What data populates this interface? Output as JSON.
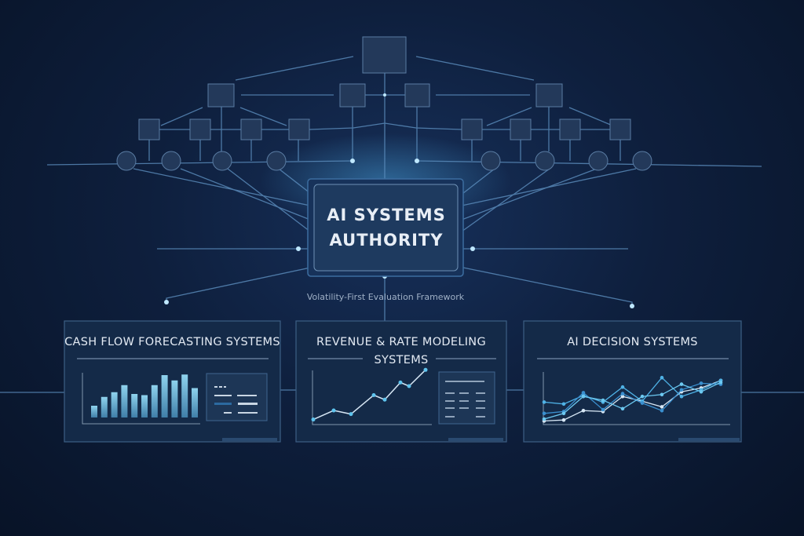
{
  "center": {
    "title_line1": "AI SYSTEMS",
    "title_line2": "AUTHORITY",
    "subtitle": "Volatility-First Evaluation Framework"
  },
  "panels": [
    {
      "title": "CASH FLOW FORECASTING SYSTEMS",
      "chart": "bar",
      "values": [
        2,
        3.5,
        4.3,
        5.5,
        4,
        3.8,
        5.5,
        7.2,
        6.3,
        7.3,
        5
      ]
    },
    {
      "title_line1": "REVENUE & RATE MODELING",
      "title_line2": "SYSTEMS",
      "chart": "line",
      "values": [
        0.3,
        1.3,
        0.9,
        3,
        2.5,
        4.4,
        4,
        5.8
      ]
    },
    {
      "title": "AI DECISION SYSTEMS",
      "chart": "multi-line",
      "series": [
        [
          0.3,
          0.4,
          1.4,
          1.3,
          2.9,
          2.4,
          1.8,
          3.4,
          3.8,
          4.6
        ],
        [
          2.3,
          2.1,
          3,
          2.3,
          3.9,
          2.4,
          4.9,
          2.9,
          3.6,
          4.6
        ],
        [
          1.1,
          1.3,
          3.3,
          1.5,
          3.2,
          2.2,
          1.4,
          3.6,
          4.3,
          4.2
        ],
        [
          0.5,
          1.1,
          2.9,
          2.5,
          1.6,
          2.9,
          3.1,
          4.2,
          3.4,
          4.4
        ]
      ]
    }
  ],
  "colors": {
    "accent": "#5fc4ee",
    "node": "#23395a",
    "panel": "#142a48"
  }
}
